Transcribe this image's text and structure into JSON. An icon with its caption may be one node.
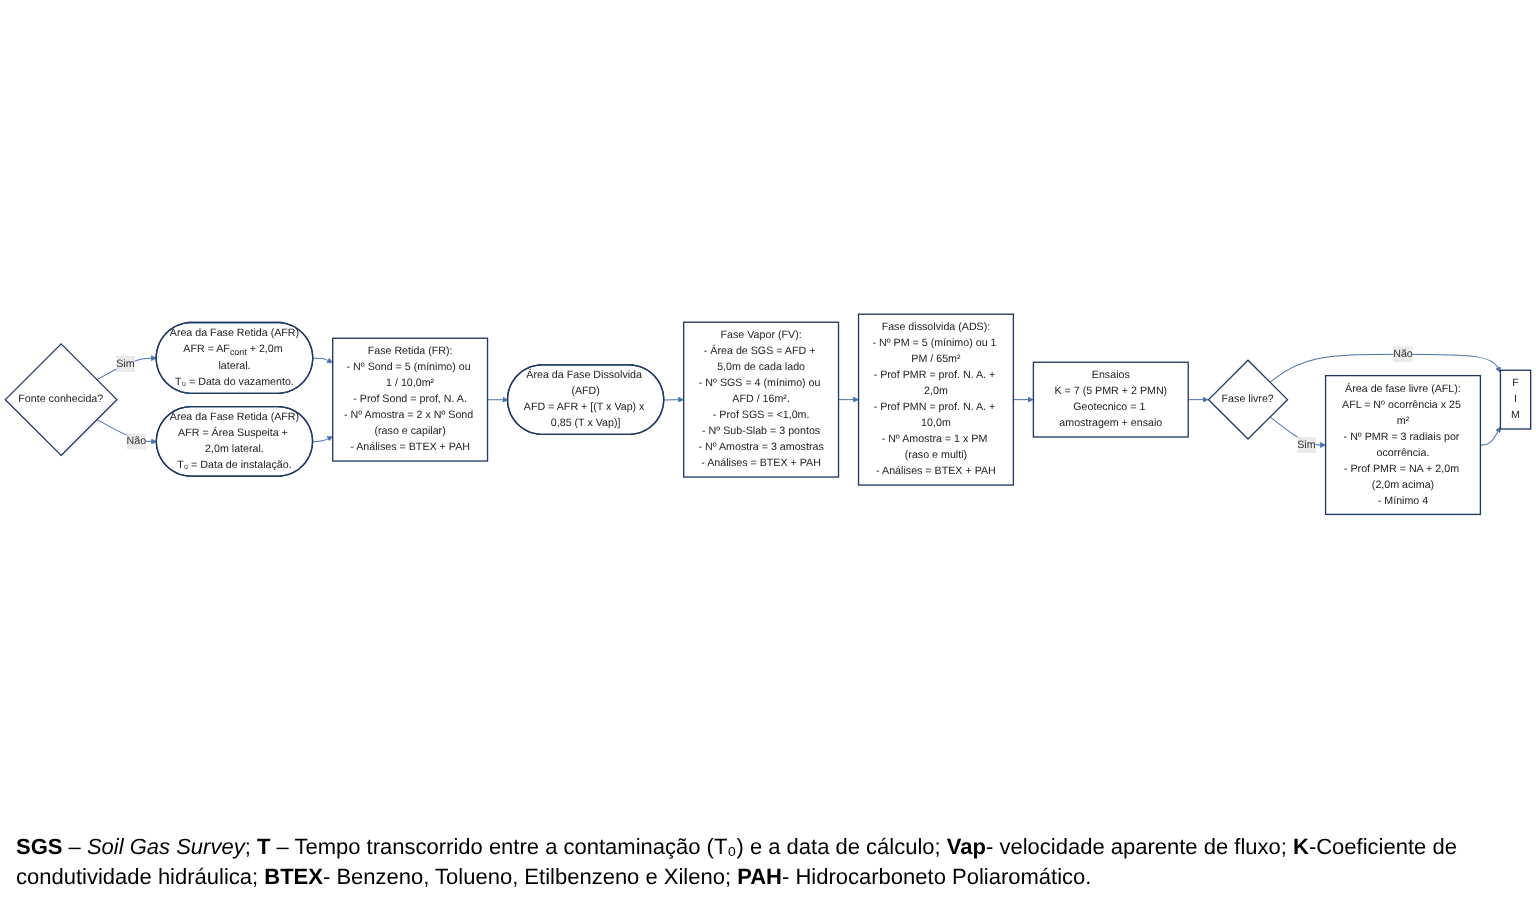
{
  "diagram": {
    "nodes": [
      {
        "text": [
          "Fonte conhecida?"
        ]
      },
      {
        "text": [
          "Área da Fase Retida (AFR)",
          "AFR = AF$_{cont}$ + 2,0m lateral.",
          "T₀ = Data do vazamento."
        ]
      },
      {
        "text": [
          "Área da Fase Retida (AFR)",
          "AFR = Área Suspeita + 2,0m lateral.",
          "T₀ = Data de instalação."
        ]
      },
      {
        "text": [
          "Fase Retida (FR):",
          "- Nº Sond = 5 (mínimo) ou 1 / 10,0m²",
          "- Prof Sond = prof, N. A.",
          "- Nº Amostra = 2 x Nº Sond (raso e capilar)",
          "- Análises = BTEX + PAH"
        ]
      },
      {
        "text": [
          "Área da Fase Dissolvida (AFD)",
          "AFD = AFR + [(T x Vap) x 0,85 (T x Vap)]"
        ]
      },
      {
        "text": [
          "Fase Vapor (FV):",
          "- Área de SGS = AFD + 5,0m de cada lado",
          "- Nº SGS = 4 (mínimo) ou AFD / 16m².",
          "- Prof SGS = <1,0m.",
          "- Nº Sub-Slab = 3 pontos",
          "- Nº Amostra = 3 amostras",
          "- Análises = BTEX + PAH"
        ]
      },
      {
        "text": [
          "Fase dissolvida (ADS):",
          "- Nº PM = 5 (mínimo) ou 1 PM / 65m²",
          "- Prof PMR = prof. N. A. + 2,0m",
          "- Prof PMN = prof. N. A. + 10,0m",
          "- Nº Amostra = 1 x PM (raso e multi)",
          "- Análises = BTEX + PAH"
        ]
      },
      {
        "text": [
          "Ensaios",
          "K = 7 (5 PMR + 2 PMN)",
          "Geotecnico = 1 amostragem + ensaio"
        ]
      },
      {
        "text": [
          "Fase livre?"
        ]
      },
      {
        "text": [
          "Área de fase livre (AFL):",
          "AFL = Nº ocorrência x 25 m²",
          "- Nº PMR = 3 radiais por ocorrência.",
          "- Prof PMR = NA + 2,0m (2,0m acima)",
          "- Mínimo 4"
        ]
      },
      {
        "text": [
          "F I M"
        ]
      }
    ],
    "edges": [
      {
        "from": 0,
        "to": 1,
        "arrow": "to",
        "label": "Sim"
      },
      {
        "from": 0,
        "to": 2,
        "arrow": "to",
        "label": "Não"
      },
      {
        "from": 1,
        "to": 3,
        "arrow": "to"
      },
      {
        "from": 2,
        "to": 3,
        "arrow": "to"
      },
      {
        "from": 3,
        "to": 4,
        "arrow": "to"
      },
      {
        "from": 4,
        "to": 5,
        "arrow": "to"
      },
      {
        "from": 5,
        "to": 6,
        "arrow": "to"
      },
      {
        "from": 6,
        "to": 7,
        "arrow": "to"
      },
      {
        "from": 7,
        "to": 8,
        "arrow": "to"
      },
      {
        "from": 8,
        "to": 9,
        "arrow": "to",
        "label": "Sim"
      },
      {
        "from": 8,
        "to": 10,
        "arrow": "to",
        "label": "Não"
      },
      {
        "from": 9,
        "to": 10,
        "arrow": "to"
      }
    ],
    "caption": "**SGS** – *Soil Gas Survey*; **T** – Tempo transcorrido entre a contaminação (T₀) e a data de cálculo; **Vap**- velocidade aparente de fluxo; **K**-Coeficiente de condutividade hidráulica; **BTEX**- Benzeno, Tolueno, Etilbenzeno e Xileno; **PAH**- Hidrocarboneto Poliaromático."
  }
}
